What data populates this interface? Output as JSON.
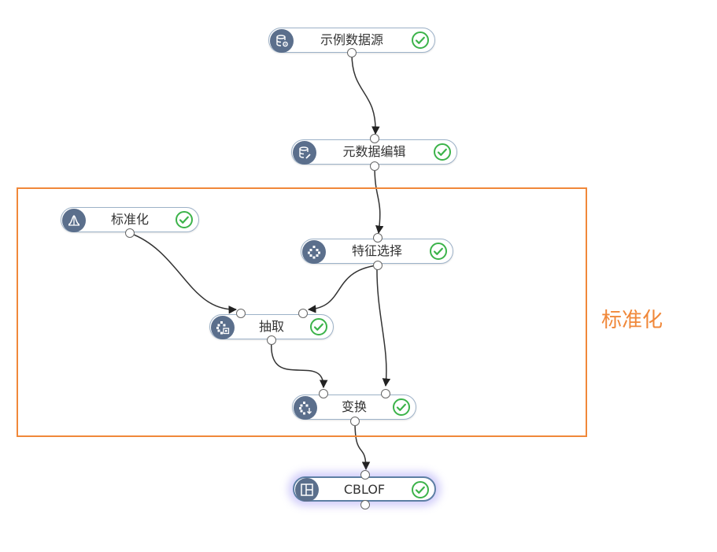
{
  "annotation": {
    "label": "标准化",
    "color": "#f0883a"
  },
  "colors": {
    "icon_bg": "#5b6f8c",
    "node_border": "#9db2c8",
    "check": "#3cb34a",
    "edge": "#333333"
  },
  "nodes": [
    {
      "id": "source",
      "label": "示例数据源",
      "icon": "database-gear-icon",
      "status": "success"
    },
    {
      "id": "meta",
      "label": "元数据编辑",
      "icon": "database-edit-icon",
      "status": "success"
    },
    {
      "id": "norm",
      "label": "标准化",
      "icon": "bell-curve-icon",
      "status": "success"
    },
    {
      "id": "feature",
      "label": "特征选择",
      "icon": "feature-select-icon",
      "status": "success"
    },
    {
      "id": "extract",
      "label": "抽取",
      "icon": "extract-icon",
      "status": "success"
    },
    {
      "id": "trans",
      "label": "变换",
      "icon": "transform-icon",
      "status": "success"
    },
    {
      "id": "cblof",
      "label": "CBLOF",
      "icon": "layout-panel-icon",
      "status": "success",
      "selected": true
    }
  ],
  "edges": [
    {
      "from": "source",
      "to": "meta"
    },
    {
      "from": "meta",
      "to": "feature"
    },
    {
      "from": "norm",
      "to": "extract"
    },
    {
      "from": "feature",
      "to": "extract"
    },
    {
      "from": "feature",
      "to": "trans"
    },
    {
      "from": "extract",
      "to": "trans"
    },
    {
      "from": "trans",
      "to": "cblof"
    }
  ]
}
